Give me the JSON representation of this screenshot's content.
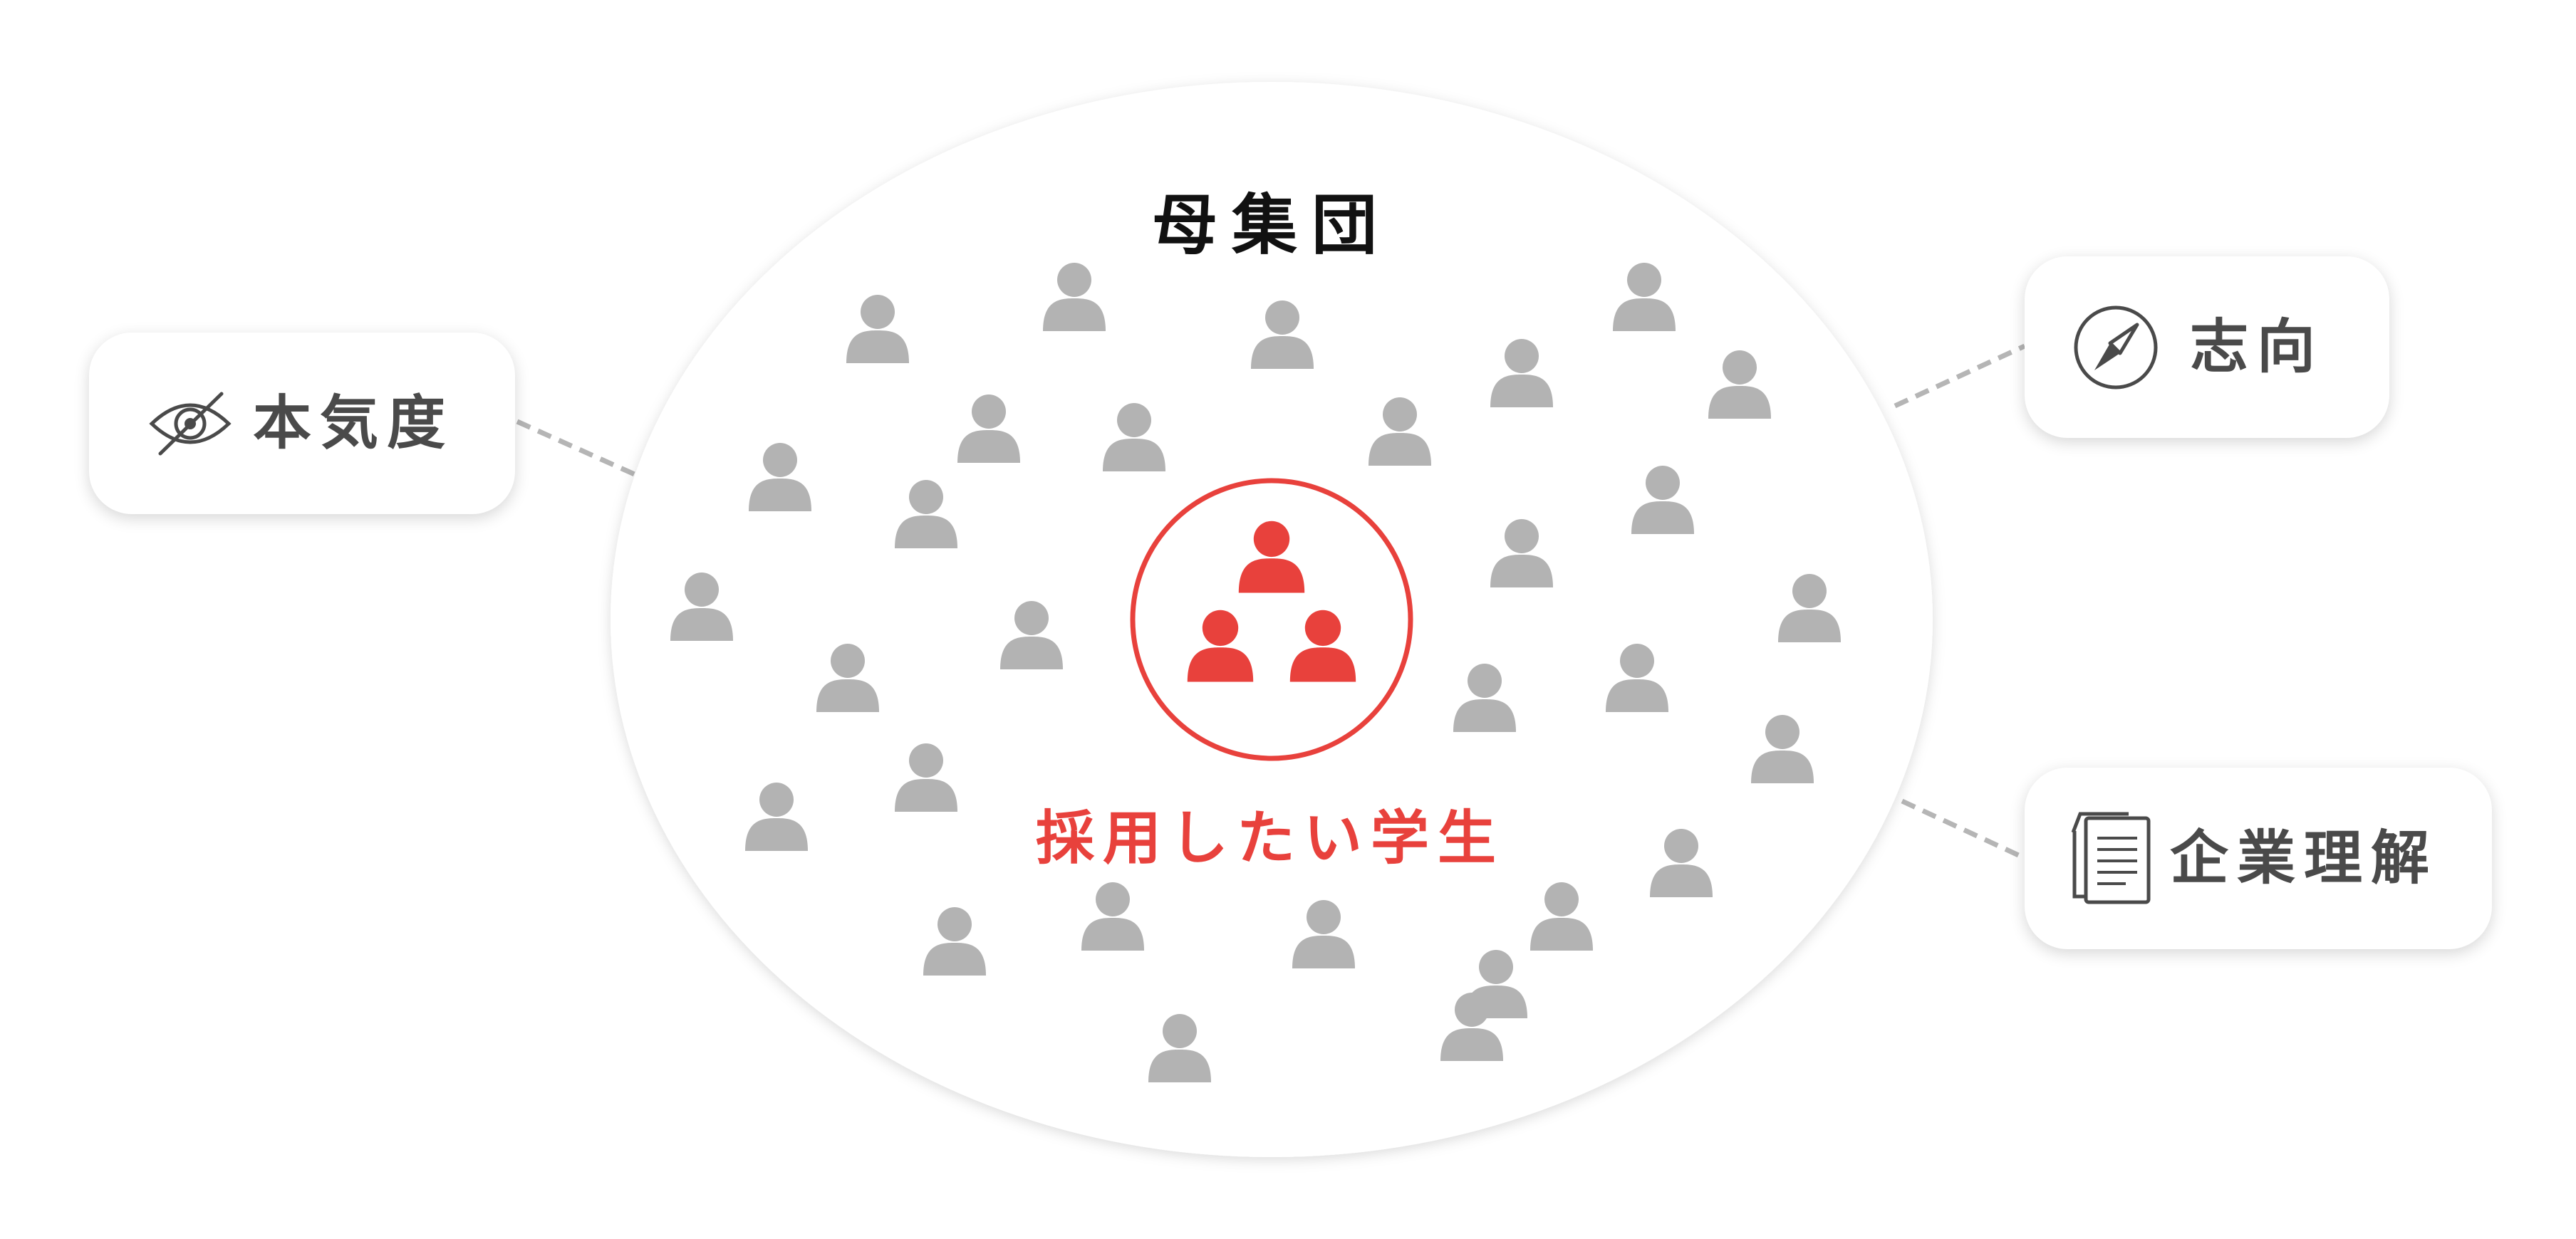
{
  "population": {
    "title": "母集団",
    "target_label": "採用したい学生",
    "person_count": 36
  },
  "callouts": {
    "seriousness": {
      "label": "本気度",
      "icon": "eye-slash-icon"
    },
    "orientation": {
      "label": "志向",
      "icon": "compass-icon"
    },
    "understanding": {
      "label": "企業理解",
      "icon": "document-icon"
    }
  },
  "colors": {
    "accent": "#e8413c",
    "person": "#b3b3b3",
    "label_text": "#4a4a4a",
    "title_text": "#111111",
    "connector": "#b5b5b5"
  }
}
